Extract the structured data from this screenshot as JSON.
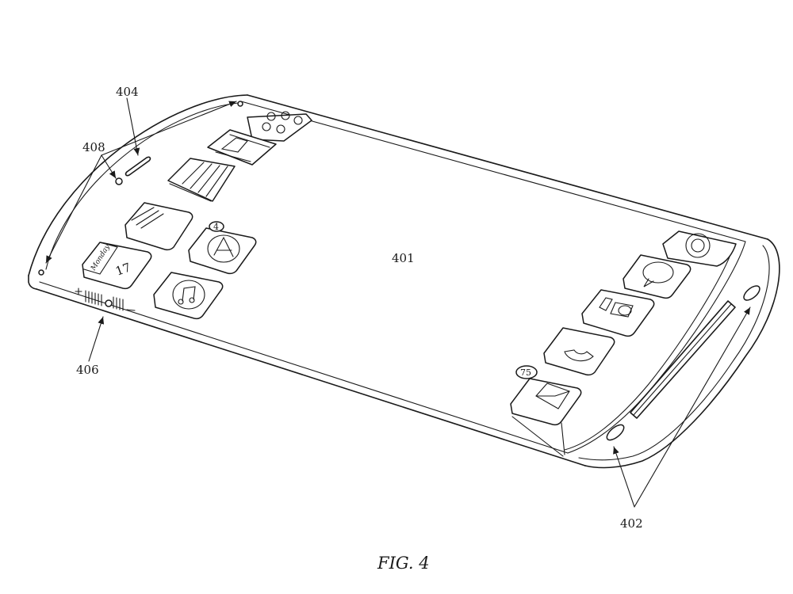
{
  "figure": {
    "caption": "FIG. 4",
    "labels": {
      "display": "401",
      "edge_right": "402",
      "edge_top_left": "404",
      "volume": "406",
      "dots": "408"
    },
    "icons": {
      "calendar_month": "Monday",
      "calendar_day": "17",
      "badge_small": "4",
      "mail_badge": "75",
      "volume_plus": "+",
      "volume_minus": "−"
    }
  }
}
